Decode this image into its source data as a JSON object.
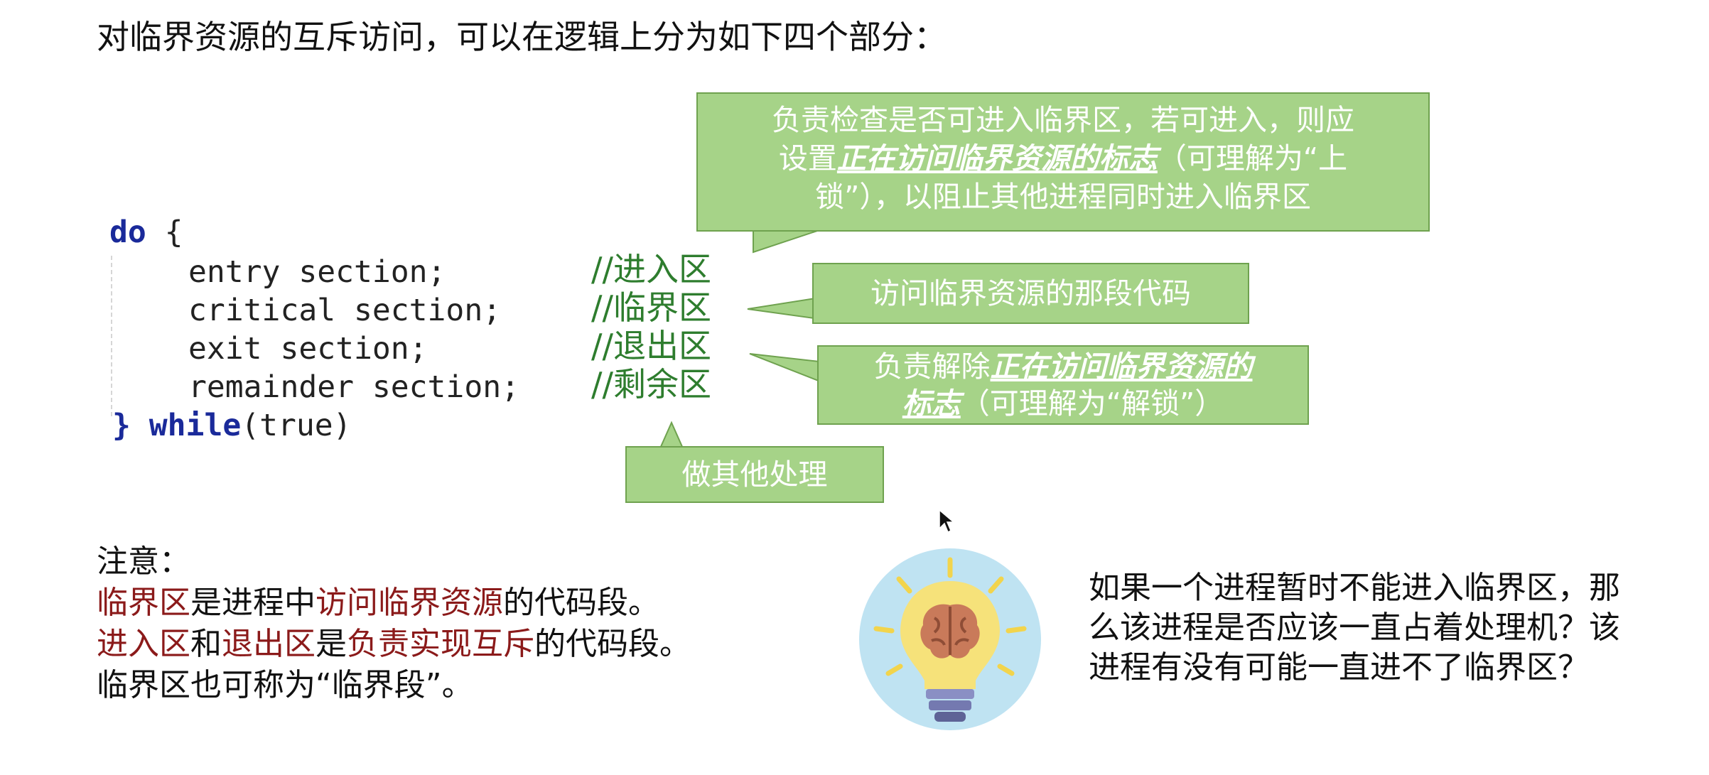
{
  "title": "对临界资源的互斥访问，可以在逻辑上分为如下四个部分：",
  "code": {
    "line1_kw": "do",
    "line1_brace": " {",
    "lines": [
      {
        "code": "entry section;",
        "comment": "//进入区"
      },
      {
        "code": "critical section;",
        "comment": "//临界区"
      },
      {
        "code": "exit section;",
        "comment": "//退出区"
      },
      {
        "code": "remainder section;",
        "comment": "//剩余区"
      }
    ],
    "last_brace": "}",
    "last_kw": "while",
    "last_rest": "(true)"
  },
  "callouts": {
    "entry": {
      "line1": "负责检查是否可进入临界区，若可进入，则应",
      "line2_pre": "设置",
      "line2_em": "正在访问临界资源的标志",
      "line2_post": "（可理解为“上",
      "line3": "锁”），以阻止其他进程同时进入临界区"
    },
    "critical": "访问临界资源的那段代码",
    "exit": {
      "em1": "正在访问临界资源的",
      "pre": "负责解除",
      "em2": "标志",
      "post": "（可理解为“解锁”）"
    },
    "remainder": "做其他处理"
  },
  "notes": {
    "heading": "注意：",
    "l1_a": "临界区",
    "l1_b": "是进程中",
    "l1_c": "访问临界资源",
    "l1_d": "的代码段。",
    "l2_a": "进入区",
    "l2_b": "和",
    "l2_c": "退出区",
    "l2_d": "是",
    "l2_e": "负责实现互斥",
    "l2_f": "的代码段。",
    "l3": "临界区也可称为“临界段”。"
  },
  "question": "如果一个进程暂时不能进入临界区，那么该进程是否应该一直占着处理机？该进程有没有可能一直进不了临界区？",
  "colors": {
    "callout_fill": "#a6d388",
    "callout_border": "#6fa24f",
    "highlight_red": "#8b1a1a",
    "keyword_blue": "#1a2a9a",
    "comment_green": "#2e7d2e"
  },
  "icons": [
    "lightbulb-brain-icon",
    "mouse-cursor-icon"
  ]
}
